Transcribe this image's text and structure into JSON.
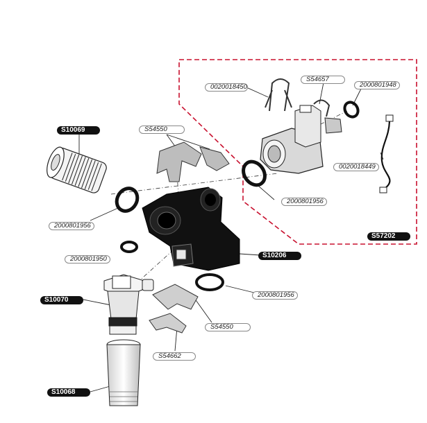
{
  "diagram": {
    "group_label": "S57202",
    "parts": [
      {
        "id": "p-0020018450",
        "label": "0020018450",
        "style": "light"
      },
      {
        "id": "p-s54657",
        "label": "S54657",
        "style": "light"
      },
      {
        "id": "p-2000801948",
        "label": "2000801948",
        "style": "light"
      },
      {
        "id": "p-s10069",
        "label": "S10069",
        "style": "dark"
      },
      {
        "id": "p-s54550-top",
        "label": "S54550",
        "style": "light"
      },
      {
        "id": "p-0020018449",
        "label": "0020018449",
        "style": "light"
      },
      {
        "id": "p-2000801956-right",
        "label": "2000801956",
        "style": "light"
      },
      {
        "id": "p-2000801956-left",
        "label": "2000801956",
        "style": "light"
      },
      {
        "id": "p-s57202",
        "label": "S57202",
        "style": "dark"
      },
      {
        "id": "p-2000801950",
        "label": "2000801950",
        "style": "light"
      },
      {
        "id": "p-s10206",
        "label": "S10206",
        "style": "dark"
      },
      {
        "id": "p-s10070",
        "label": "S10070",
        "style": "dark"
      },
      {
        "id": "p-2000801956-lower",
        "label": "2000801956",
        "style": "light"
      },
      {
        "id": "p-s54550-lower",
        "label": "S54550",
        "style": "light"
      },
      {
        "id": "p-s54662",
        "label": "S54662",
        "style": "light"
      },
      {
        "id": "p-s10068",
        "label": "S10068",
        "style": "dark"
      }
    ],
    "colors": {
      "dashed_border": "#c8102e",
      "dark_label": "#111111",
      "part_body": "#111111",
      "part_light": "#f2f2f2"
    }
  }
}
